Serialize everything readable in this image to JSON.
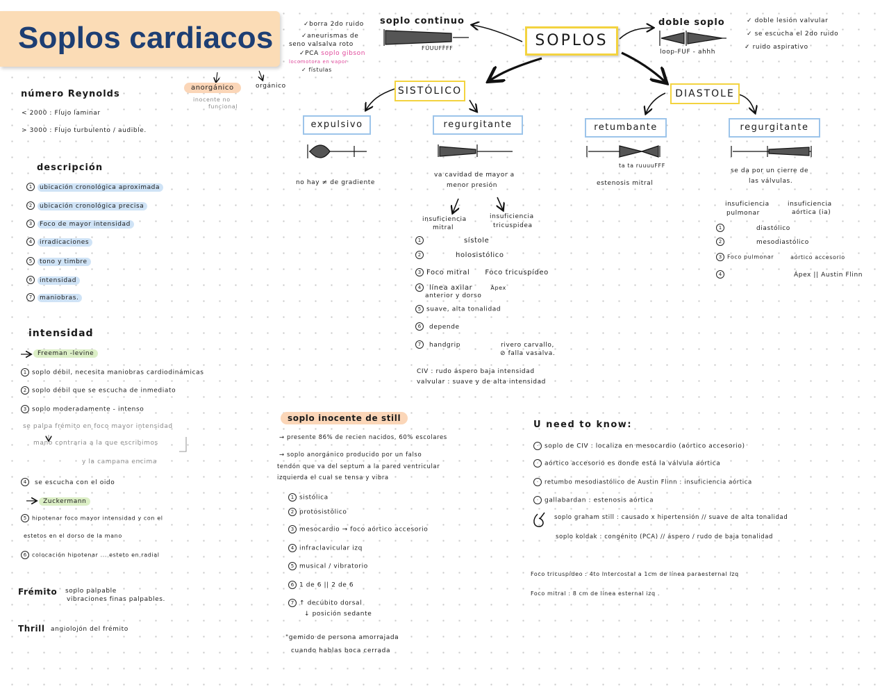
{
  "title": "Soplos cardiacos",
  "reynolds": {
    "heading": "número Reynolds",
    "l1": "< 2000  : Flujo laminar",
    "l2": "> 3000 : Flujo turbulento / audible."
  },
  "top_center": {
    "l1": "✓borra 2do ruido",
    "l2": "✓aneurismas de",
    "l3": "seno valsalva roto",
    "l4a": "✓PCA",
    "l4b": "soplo gibson",
    "l5": "locomotora en vapor",
    "l6": "✓ fístulas"
  },
  "anorganico": {
    "label": "anorgánico",
    "sub1": "inocente no",
    "sub2": "funcional",
    "organico": "orgánico"
  },
  "map": {
    "center": "SOPLOS",
    "continuo": "soplo continuo",
    "continuo_sound": "FUUUFFFF",
    "doble": "doble soplo",
    "doble_sound": "loop-FUF - ahhh",
    "doble_l1": "✓ doble lesión valvular",
    "doble_l2": "✓ se escucha el 2do ruido",
    "doble_l3": "✓ ruido aspirativo",
    "sistolico": "SISTÓLICO",
    "diastole": "DIASTOLE",
    "expulsivo": "expulsivo",
    "expulsivo_note": "no hay ≠ de gradiente",
    "reg_sis": "regurgitante",
    "reg_sis_n1": "va cavidad de mayor a",
    "reg_sis_n2": "menor presión",
    "retumbante": "retumbante",
    "retumbante_n1": "ta ta ruuuuFFF",
    "retumbante_n2": "estenosis  mitral",
    "reg_dia": "regurgitante",
    "reg_dia_n1": "se da por un cierre de",
    "reg_dia_n2": "las válvulas."
  },
  "sis_reg": {
    "ins1a": "insuficiencia",
    "ins1b": "mitral",
    "ins2a": "insuficiencia",
    "ins2b": "tricuspidea",
    "r1": "sístole",
    "r2": "holosistólico",
    "r3a": "Foco mitral",
    "r3b": "Foco tricuspídeo",
    "r4a": "línea axilar",
    "r4b": "anterior y dorso",
    "r4c": "Ápex",
    "r5": "suave, alta tonalidad",
    "r6": "depende",
    "r7a": "handgrip",
    "r7b": "rivero carvallo,",
    "r7c": "⊘ falla  vasalva.",
    "civ1": "CIV : rudo áspero  baja  intensidad",
    "civ2": "valvular : suave y de alta intensidad"
  },
  "dia_reg": {
    "ins1a": "insuficiencia",
    "ins1b": "pulmonar",
    "ins2a": "insuficiencia",
    "ins2b": "aórtica (ia)",
    "r1": "diastólico",
    "r2": "mesodiastólico",
    "r3a": "Foco pulmonar",
    "r3b": "aórtico accesorio",
    "r4": "Ápex || Austin Flinn"
  },
  "descripcion": {
    "heading": "descripción",
    "items": [
      "ubicación cronológica aproximada",
      "ubicación cronológica precisa",
      "Foco  de  mayor  intensidad",
      "irradicaciones",
      "tono  y  timbre",
      "intensidad",
      "maniobras."
    ]
  },
  "intensidad": {
    "heading": "intensidad",
    "levine": "Freeman -levine",
    "g1": "soplo débil, necesita maniobras cardiodinámicas",
    "g2": "soplo débil que se escucha de inmediato",
    "g3": "soplo  moderadamente - intenso",
    "gr1": "se  palpa  frémito  en foco  mayor  intensidad",
    "gr2": "mano contraria  a  la  que  escribimos",
    "gr3": "y la campana  encima",
    "g4": "se  escucha  con  el  oido",
    "zuck": "Zuckermann",
    "g5a": "hipotenar  foco  mayor  intensidad  y  con  el",
    "g5b": "estetos  en  el  dorso  de  la  mano",
    "g6": "colocación  hipotenar ... esteto en radial"
  },
  "fremito": {
    "label": "Frémito",
    "t1": "soplo palpable",
    "t2": "vibraciones finas palpables."
  },
  "thrill": {
    "label": "Thrill",
    "t": "angiolojón  del  frémito"
  },
  "still": {
    "heading": "soplo inocente de still",
    "l1": "→ presente  86%  de  recien  nacidos, 60% escolares",
    "l2": "→ soplo  anorgánico  producido  por  un  falso",
    "l3": "tendón  que  va  del  septum  a  la  pared  ventricular",
    "l4": "izquierda  el  cual  se  tensa  y  vibra",
    "items": [
      "sistólica",
      "protosistólico",
      "mesocardio  →  foco  aórtico  accesorio",
      "infraclavicular  izq",
      "musical  / vibratorio",
      "1 de 6  ||  2 de 6",
      "↑ decúbito  dorsal"
    ],
    "i7b": "↓ posición  sedante",
    "q1": "\"gemido de persona amorrajada",
    "q2": "cuando hablas boca cerrada"
  },
  "need": {
    "heading": "U need to know:",
    "items": [
      "soplo  de  CIV  : localiza  en  mesocardio  (aórtico  accesorio)",
      "aórtico  accesorio  es  donde  está  la  válvula  aórtica",
      "retumbo  mesodiastólico  de  Austin  Flinn  :  insuficiencia  aórtica",
      "gallabardan  : estenosis  aórtica",
      "soplo  graham  still  : causado  x  hipertensión  //  suave  de  alta  tonalidad"
    ],
    "i6": "soplo  koldak  :  congénito  (PCA)  //  áspero / rudo  de  baja  tonalidad",
    "f1": "Foco tricuspídeo : 4to intercostal a 1cm de línea paraesternal izq",
    "f2": "Foco mitral : 8 cm de línea esternal izq ."
  }
}
